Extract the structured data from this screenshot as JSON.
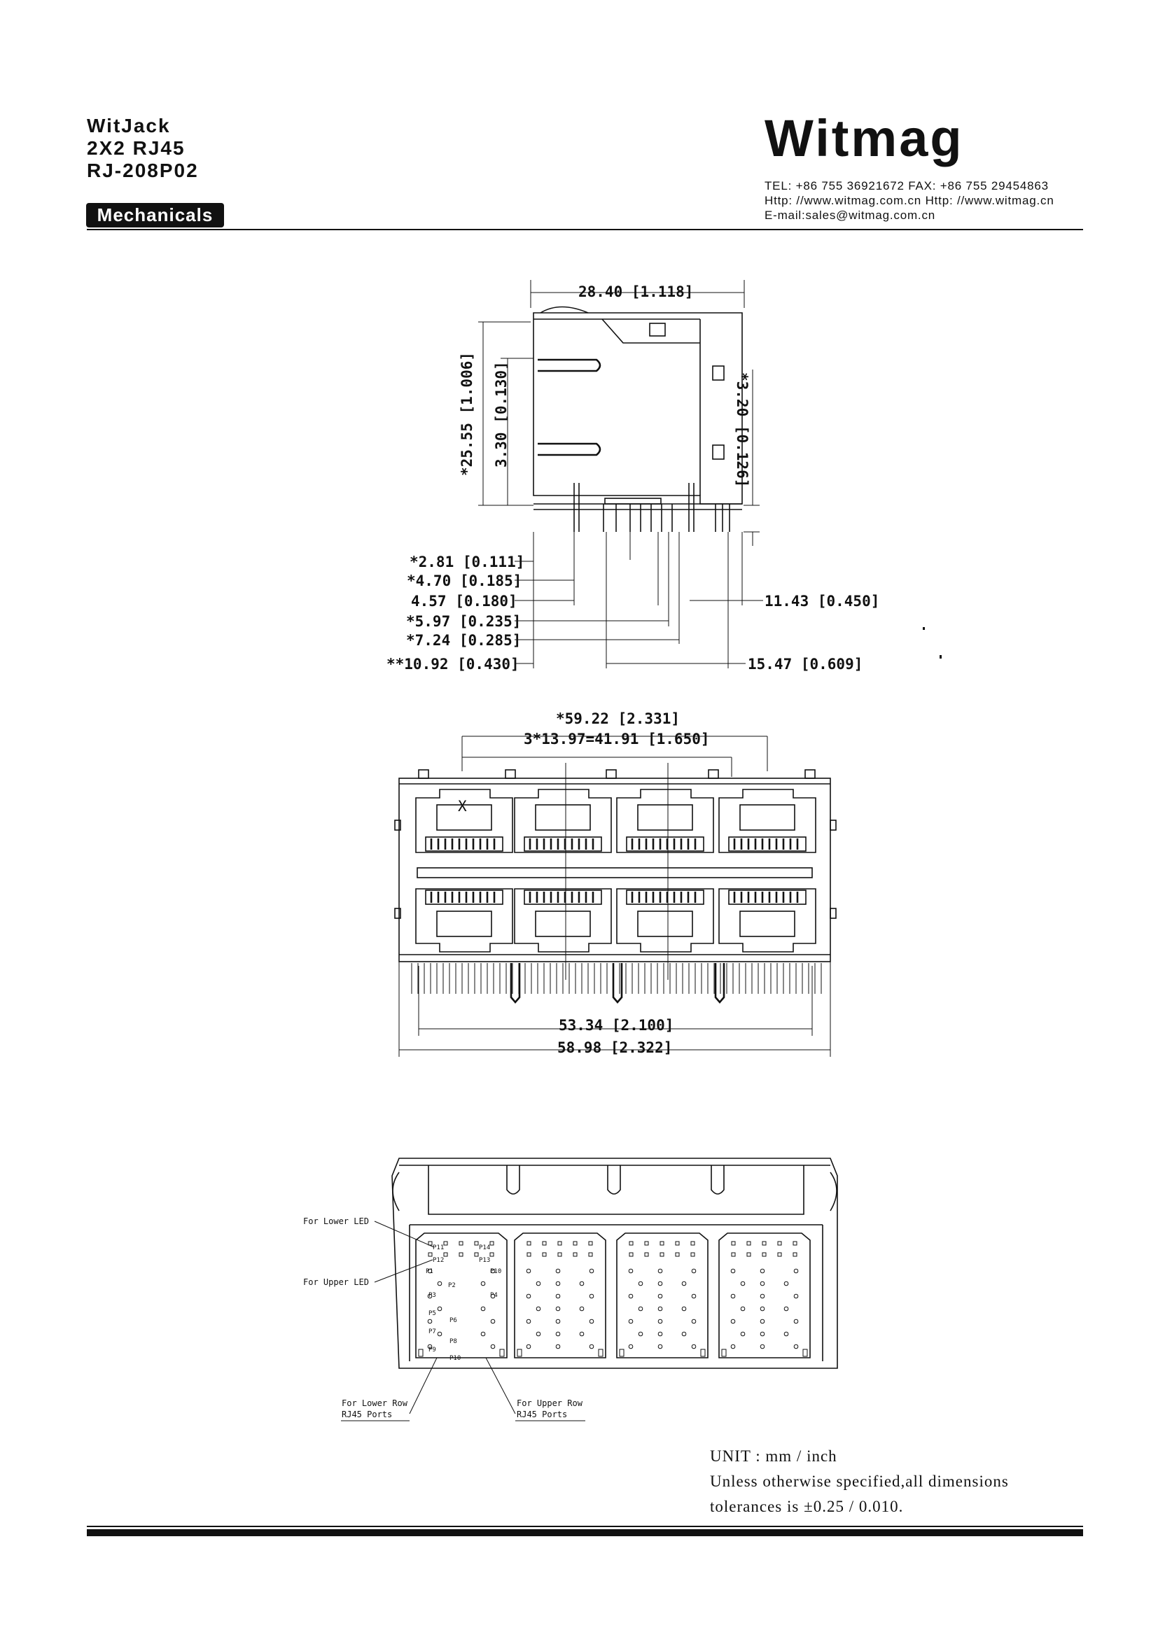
{
  "header": {
    "product_lines": [
      "WitJack",
      "2X2 RJ45",
      "RJ-208P02"
    ],
    "tag": "Mechanicals",
    "brand": "Witmag",
    "contact_lines": [
      "TEL: +86 755 36921672  FAX: +86 755 29454863",
      "Http: //www.witmag.com.cn   Http: //www.witmag.cn",
      "E-mail:sales@witmag.com.cn"
    ]
  },
  "side_view": {
    "top_width": "28.40 [1.118]",
    "height_total": "*25.55 [1.006]",
    "height_offset": "3.30 [0.130]",
    "right_offset": "*3.20 [0.126]",
    "left_dims": [
      "*2.81 [0.111]",
      "*4.70 [0.185]",
      "4.57 [0.180]",
      "*5.97 [0.235]",
      "*7.24 [0.285]",
      "**10.92 [0.430]"
    ],
    "right_dims": [
      "11.43 [0.450]",
      "15.47 [0.609]"
    ]
  },
  "front_view": {
    "overall_pitch": "*59.22 [2.331]",
    "port_pitch": "3*13.97=41.91 [1.650]",
    "port_mark": "X",
    "bottom_inner": "53.34 [2.100]",
    "bottom_outer": "58.98 [2.322]"
  },
  "bottom_view": {
    "labels": {
      "lower_led": "For Lower LED",
      "upper_led": "For Upper LED",
      "lower_row": [
        "For Lower Row",
        "RJ45 Ports"
      ],
      "upper_row": [
        "For Upper Row",
        "RJ45 Ports"
      ]
    },
    "pins": [
      "P11",
      "P14",
      "P12",
      "P13",
      "P1",
      "P10",
      "P2",
      "P3",
      "P4",
      "P5",
      "P6",
      "P7",
      "P8",
      "P9",
      "P10"
    ]
  },
  "notes": [
    "UNIT : mm / inch",
    "Unless otherwise specified,all dimensions",
    "tolerances  is  ±0.25 / 0.010."
  ]
}
